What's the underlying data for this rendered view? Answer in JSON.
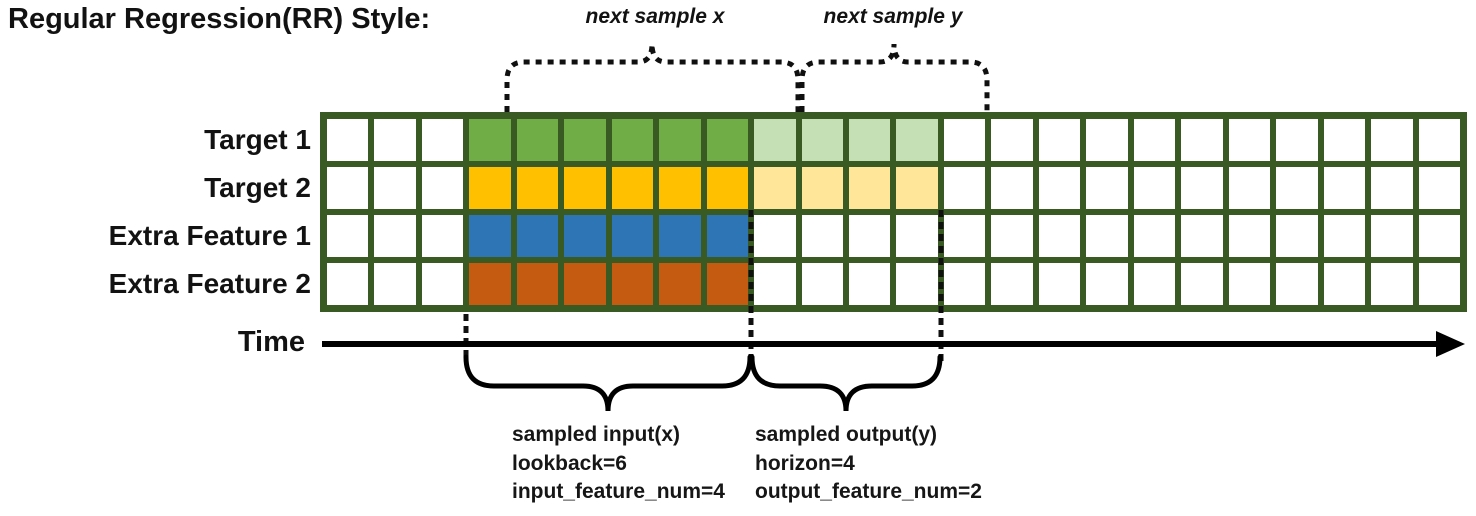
{
  "title": "Regular Regression(RR) Style:",
  "colors": {
    "grid_line": "#3A5A23",
    "cell_bg": "#FFFFFF",
    "target1_input": "#70AD47",
    "target1_output": "#C5E0B4",
    "target2_input": "#FFC000",
    "target2_output": "#FFE699",
    "extra1_input": "#2E75B6",
    "extra2_input": "#C55A11"
  },
  "grid": {
    "columns": 24,
    "input_start_col": 3,
    "lookback": 6,
    "horizon": 4,
    "rows": [
      {
        "label": "Target 1",
        "input_color": "#70AD47",
        "output_color": "#C5E0B4"
      },
      {
        "label": "Target 2",
        "input_color": "#FFC000",
        "output_color": "#FFE699"
      },
      {
        "label": "Extra Feature 1",
        "input_color": "#2E75B6",
        "output_color": null
      },
      {
        "label": "Extra Feature 2",
        "input_color": "#C55A11",
        "output_color": null
      }
    ]
  },
  "annotations": {
    "next_sample_x": "next sample x",
    "next_sample_y": "next sample y",
    "time_label": "Time",
    "input_block": {
      "line1": "sampled input(x)",
      "line2": "lookback=6",
      "line3": "input_feature_num=4"
    },
    "output_block": {
      "line1": "sampled output(y)",
      "line2": "horizon=4",
      "line3": "output_feature_num=2"
    }
  }
}
